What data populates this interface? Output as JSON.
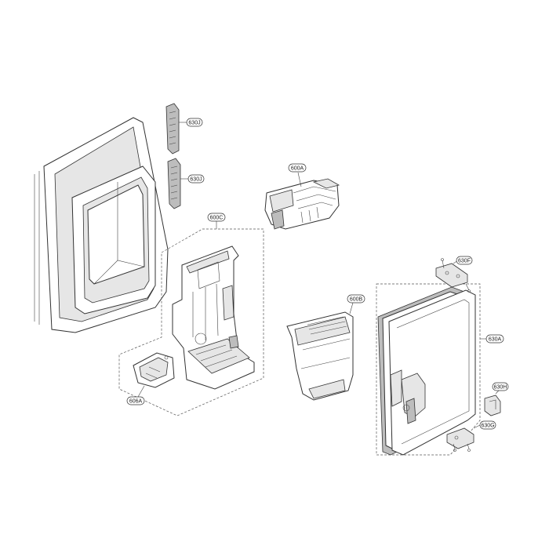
{
  "labels": {
    "p630J_top": "630J",
    "p630J_bottom": "630J",
    "p600A": "600A",
    "p600C": "600C",
    "p600B": "600B",
    "p630F": "630F",
    "p630A": "630A",
    "p630H": "630H",
    "p630G": "630G",
    "p606A": "606A"
  }
}
